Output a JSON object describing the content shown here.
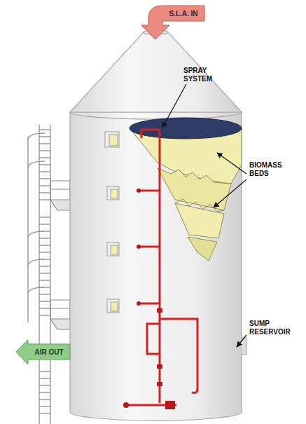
{
  "diagram": {
    "nodes": [
      {
        "text": [
          "S.L.A. IN"
        ]
      },
      {
        "text": [
          "AIR OUT"
        ]
      }
    ],
    "labels": [
      "SPRAY SYSTEM",
      "BIOMASS BEDS",
      "SUMP RESERVOIR"
    ]
  }
}
